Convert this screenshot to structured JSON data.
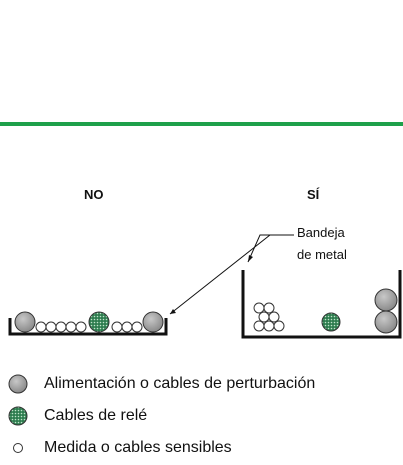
{
  "labels": {
    "no": "NO",
    "si": "SÍ",
    "tray_line1": "Bandeja",
    "tray_line2": "de metal"
  },
  "legend": [
    {
      "icon": "gray-circle-icon",
      "text": "Alimentación o cables de perturbación"
    },
    {
      "icon": "hatched-circle-icon",
      "text": "Cables de relé"
    },
    {
      "icon": "small-circle-icon",
      "text": "Medida o cables sensibles"
    }
  ],
  "colors": {
    "accent_rule": "#1ea04a",
    "power_cable": "#9a9a9a",
    "relay_cable": "#2e8b57"
  }
}
